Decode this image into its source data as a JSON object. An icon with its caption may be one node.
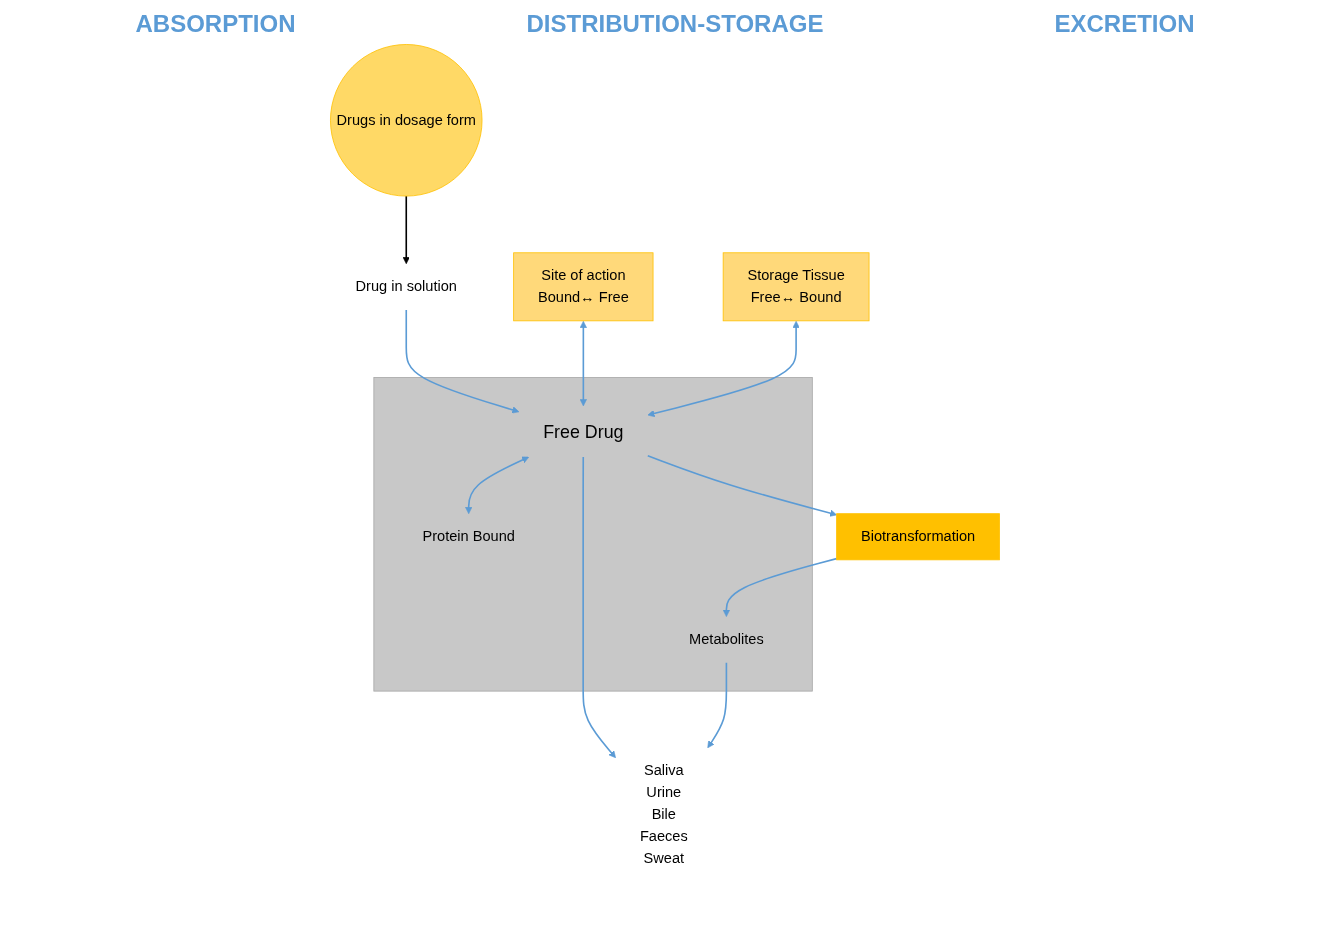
{
  "diagram": {
    "nodes": [
      {
        "text": [
          "Drugs in dosage form"
        ]
      },
      {
        "text": [
          "Drug in solution"
        ]
      },
      {
        "text": [
          "Site of action",
          "Bound↔ Free"
        ]
      },
      {
        "text": [
          "Storage Tissue",
          "Free↔ Bound"
        ]
      },
      {
        "text": [],
        "shape": "box"
      },
      {
        "text": [
          "Free Drug"
        ],
        "in": 4
      },
      {
        "text": [
          "Protein Bound"
        ],
        "in": 4
      },
      {
        "text": [
          "Metabolites"
        ],
        "in": 4
      },
      {
        "text": [
          "Biotransformation"
        ]
      },
      {
        "text": [
          "Saliva",
          "Urine",
          "Bile",
          "Faeces",
          "Sweat"
        ]
      }
    ],
    "edges": [
      {
        "from": 0,
        "to": 1,
        "arrow": "to",
        "color": "#000000"
      },
      {
        "from": 1,
        "to": 5,
        "arrow": "to"
      },
      {
        "from": 5,
        "to": 2,
        "arrow": "both"
      },
      {
        "from": 5,
        "to": 3,
        "arrow": "both"
      },
      {
        "from": 5,
        "to": 6,
        "arrow": "both"
      },
      {
        "from": 5,
        "to": 8,
        "arrow": "to"
      },
      {
        "from": 8,
        "to": 7,
        "arrow": "to"
      },
      {
        "from": 5,
        "to": 9,
        "arrow": "to"
      },
      {
        "from": 7,
        "to": 9,
        "arrow": "to"
      }
    ],
    "labels": [
      "ABSORPTION",
      "DISTRIBUTION-STORAGE",
      "EXCRETION"
    ]
  }
}
